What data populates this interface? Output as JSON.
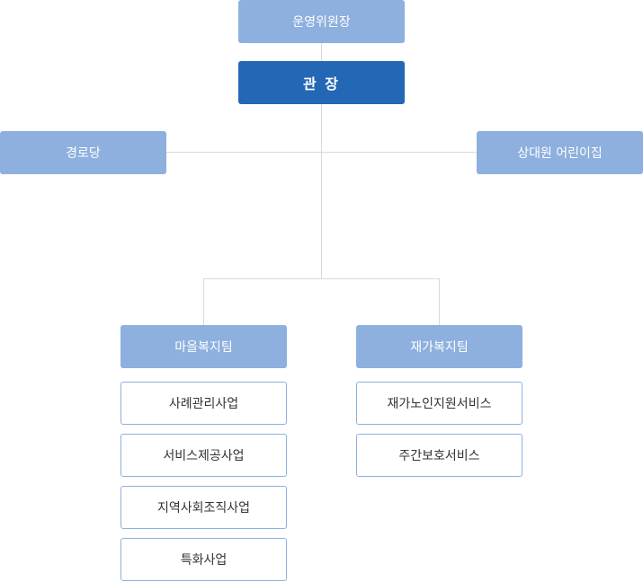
{
  "committee": "운영위원장",
  "director": "관 장",
  "side_left": "경로당",
  "side_right": "상대원 어린이집",
  "team_village": {
    "name": "마을복지팀",
    "services": [
      "사례관리사업",
      "서비스제공사업",
      "지역사회조직사업",
      "특화사업"
    ]
  },
  "team_home": {
    "name": "재가복지팀",
    "services": [
      "재가노인지원서비스",
      "주간보호서비스"
    ]
  },
  "colors": {
    "light_box": "#8db0de",
    "dark_box": "#2467b5",
    "connector": "#d9d9d9",
    "outline_border": "#8db0de"
  }
}
